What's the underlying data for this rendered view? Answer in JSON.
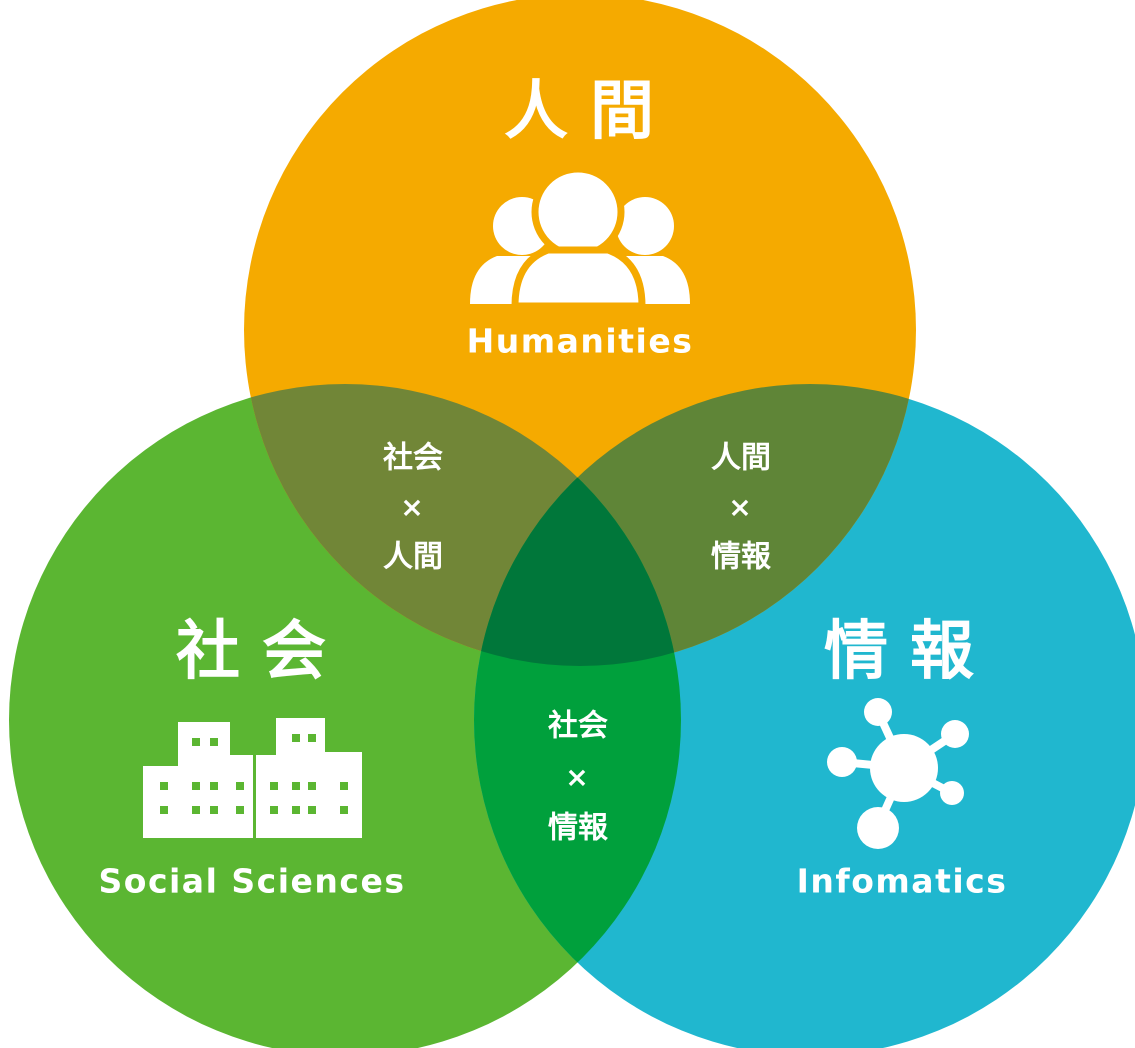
{
  "circles": {
    "humanities": {
      "title": "人間",
      "subtitle": "Humanities",
      "icon": "people-icon",
      "color": "#F5AA00"
    },
    "social": {
      "title": "社会",
      "subtitle": "Social Sciences",
      "icon": "buildings-icon",
      "color": "#5BB632"
    },
    "informatics": {
      "title": "情報",
      "subtitle": "Infomatics",
      "icon": "network-icon",
      "color": "#20B7CF"
    }
  },
  "overlaps": {
    "social_humanities": {
      "line1": "社会",
      "times": "×",
      "line2": "人間",
      "color": "#718637"
    },
    "humanities_informatics": {
      "line1": "人間",
      "times": "×",
      "line2": "情報",
      "color": "#5F8537"
    },
    "social_informatics": {
      "line1": "社会",
      "times": "×",
      "line2": "情報",
      "color": "#00A03C"
    },
    "center_color": "#00773A"
  }
}
